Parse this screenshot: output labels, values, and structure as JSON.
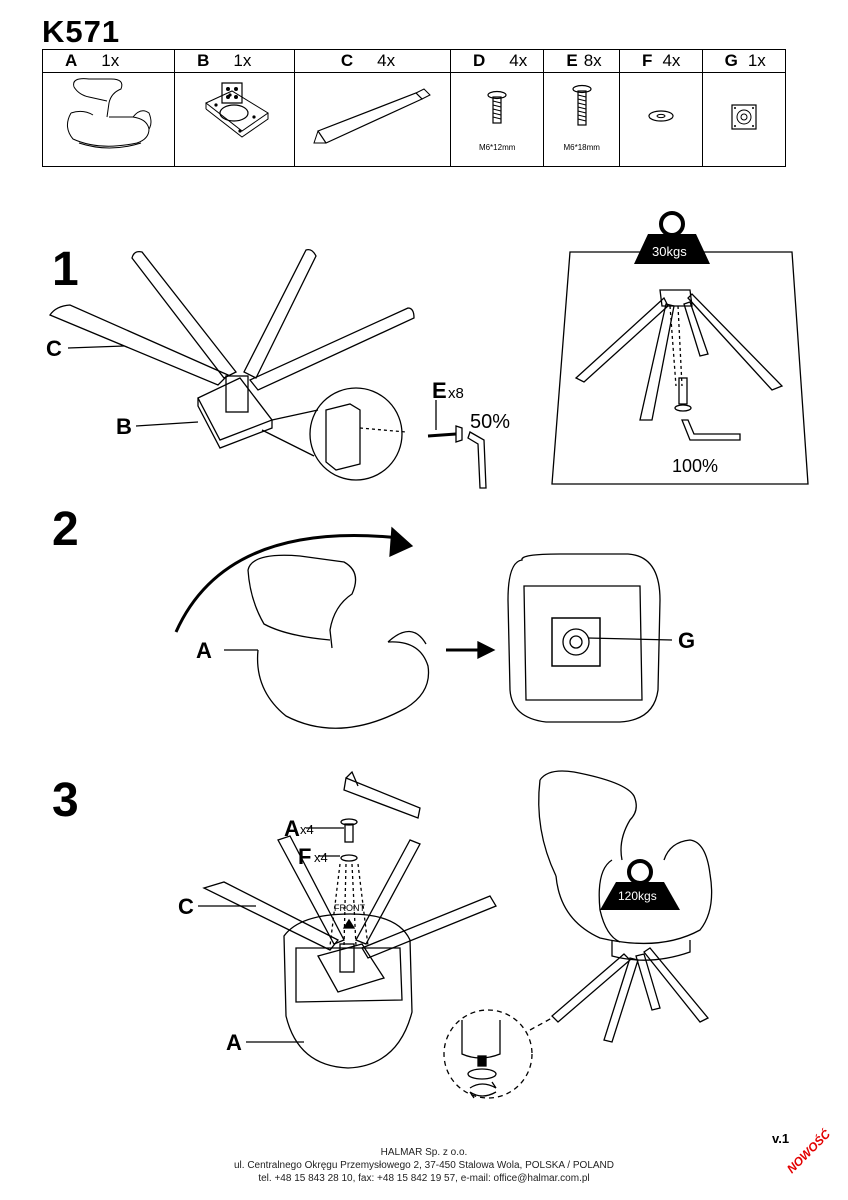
{
  "model": "K571",
  "parts": [
    {
      "letter": "A",
      "qty": "1x",
      "label": ""
    },
    {
      "letter": "B",
      "qty": "1x",
      "label": ""
    },
    {
      "letter": "C",
      "qty": "4x",
      "label": ""
    },
    {
      "letter": "D",
      "qty": "4x",
      "label": "M6*12mm"
    },
    {
      "letter": "E",
      "qty": "8x",
      "label": "M6*18mm"
    },
    {
      "letter": "F",
      "qty": "4x",
      "label": ""
    },
    {
      "letter": "G",
      "qty": "1x",
      "label": ""
    }
  ],
  "step1": {
    "number": "1",
    "label_c": "C",
    "label_b": "B",
    "screw_letter": "E",
    "screw_qty": "x8",
    "tighten_partial": "50%",
    "weight": "30kgs",
    "tighten_full": "100%"
  },
  "step2": {
    "number": "2",
    "label_a": "A",
    "label_g": "G"
  },
  "step3": {
    "number": "3",
    "screw_letter": "A",
    "screw_qty": "x4",
    "washer_letter": "F",
    "washer_qty": "x4",
    "label_c": "C",
    "label_a": "A",
    "front": "FRONT",
    "weight": "120kgs"
  },
  "footer": {
    "company": "HALMAR Sp. z o.o.",
    "address": "ul. Centralnego Okręgu Przemysłowego 2, 37-450 Stalowa Wola, POLSKA / POLAND",
    "contact": "tel. +48 15 843 28 10, fax: +48 15 842 19 57, e-mail: office@halmar.com.pl"
  },
  "version": "v.1",
  "badge": "NOWOŚĆ"
}
